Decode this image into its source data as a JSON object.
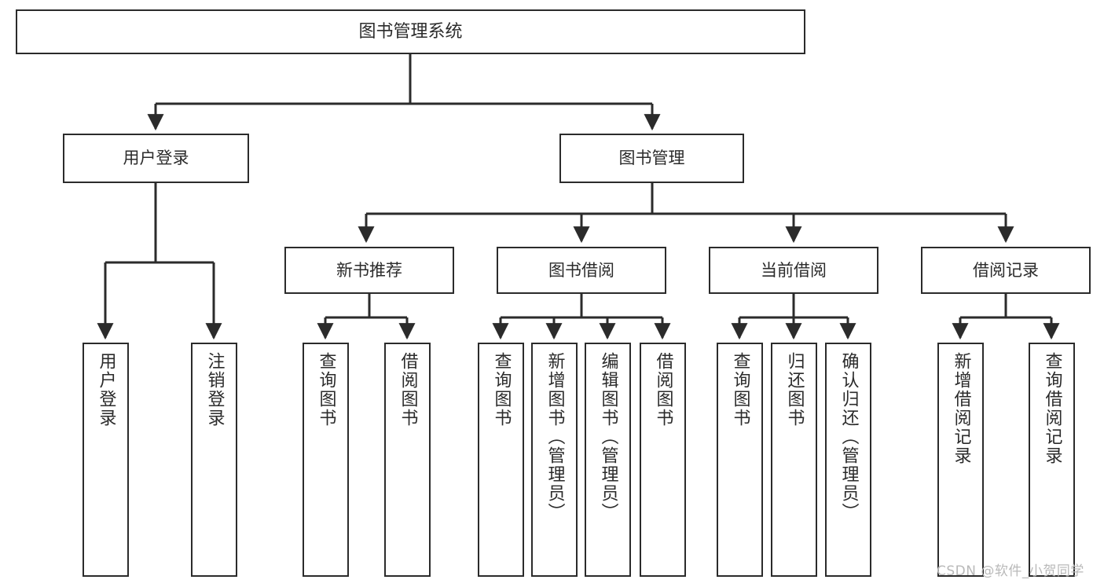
{
  "diagram": {
    "type": "tree-hierarchy-chart",
    "title": "图书管理系统",
    "watermark": "CSDN @软件_小贺同学",
    "colors": {
      "box_border": "#2b2b2b",
      "box_fill": "#ffffff",
      "connector": "#2b2b2b",
      "text": "#2b2b2b",
      "background": "#ffffff",
      "watermark": "#b9b9b9"
    },
    "root": {
      "label": "图书管理系统"
    },
    "branches": [
      {
        "id": "user-login",
        "label": "用户登录"
      },
      {
        "id": "book-manage",
        "label": "图书管理"
      }
    ],
    "groups": [
      {
        "id": "new-book-recommend",
        "label": "新书推荐"
      },
      {
        "id": "book-borrow",
        "label": "图书借阅"
      },
      {
        "id": "current-borrow",
        "label": "当前借阅"
      },
      {
        "id": "borrow-record",
        "label": "借阅记录"
      }
    ],
    "leaves": {
      "user_login": [
        {
          "id": "leaf-user-login",
          "label": "用户登录"
        },
        {
          "id": "leaf-logout-login",
          "label": "注销登录"
        }
      ],
      "new_book_recommend": [
        {
          "id": "leaf-query-book-1",
          "label": "查询图书"
        },
        {
          "id": "leaf-borrow-book-1",
          "label": "借阅图书"
        }
      ],
      "book_borrow": [
        {
          "id": "leaf-query-book-2",
          "label": "查询图书"
        },
        {
          "id": "leaf-add-book",
          "label": "新增图书（管理员）"
        },
        {
          "id": "leaf-edit-book",
          "label": "编辑图书（管理员）"
        },
        {
          "id": "leaf-borrow-book-2",
          "label": "借阅图书"
        }
      ],
      "current_borrow": [
        {
          "id": "leaf-query-book-3",
          "label": "查询图书"
        },
        {
          "id": "leaf-return-book",
          "label": "归还图书"
        },
        {
          "id": "leaf-confirm-return",
          "label": "确认归还（管理员）"
        }
      ],
      "borrow_record": [
        {
          "id": "leaf-add-record",
          "label": "新增借阅记录"
        },
        {
          "id": "leaf-query-record",
          "label": "查询借阅记录"
        }
      ]
    }
  }
}
